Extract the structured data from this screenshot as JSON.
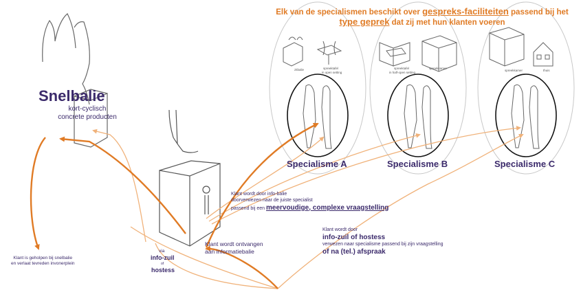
{
  "heading": {
    "line1_pre": "Elk van de specialismen beschikt over ",
    "line1_link": "gespreks-faciliteiten",
    "line1_post": " passend bij het",
    "line2_link": "type geprek",
    "line2_post": " dat zij met hun klanten voeren"
  },
  "snelbalie": {
    "title": "Snelbalie",
    "subtitle_1": "kort-cyclisch",
    "subtitle_2": "concrete producten"
  },
  "facilities": {
    "zitbalie": "zitbalie",
    "spreektafel_open": "spreektafel",
    "spreektafel_open_sub": "in open setting",
    "spreektafel_half": "spreektafel",
    "spreektafel_half_sub": "in half-open setting",
    "spreekkamer_1": "spreekkamer",
    "spreekkamer_2": "spreekkamer",
    "thuis": "thuis"
  },
  "specialisms": [
    "Specialisme A",
    "Specialisme B",
    "Specialisme C"
  ],
  "notes": {
    "info_balie_1": "Klant wordt door info-balie",
    "info_balie_2": "doorverwezen naar de juiste specialist",
    "info_balie_3": "passend bij een ",
    "info_balie_bold": "meervoudige, complexe vraagstelling",
    "ontvangen_1": "Klant wordt ontvangen",
    "ontvangen_2": "aan informatiebalie",
    "via": "via",
    "info_zuil": "info-zuil",
    "of": "of",
    "hostess": "hostess",
    "zuil_1": "Klant wordt door",
    "zuil_bold": "info-zuil of hostess",
    "zuil_2": "verwezen naar specialisme passend bij zijn vraagstelling",
    "zuil_3": "of na (tel.) afspraak",
    "geholpen_1": "Klant is geholpen bij snelbalie",
    "geholpen_2": "en verlaat tevreden invonerplein"
  },
  "colors": {
    "orange": "#e07b25",
    "light_orange": "#f0b27a",
    "purple": "#3b2a6b",
    "sketch": "#555555"
  }
}
